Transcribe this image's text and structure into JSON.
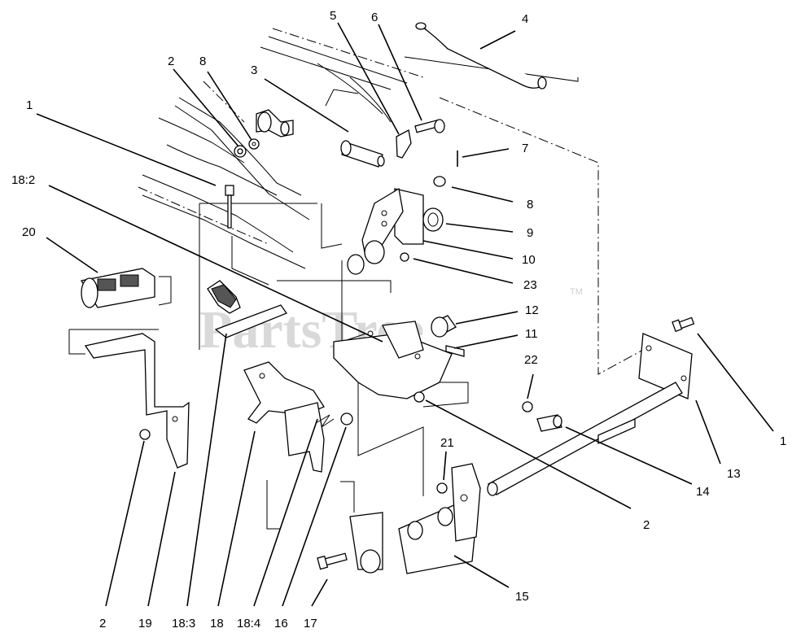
{
  "watermark": {
    "text": "PartsTree",
    "tm": "TM"
  },
  "callouts": [
    {
      "id": "c-1-left",
      "label": "1"
    },
    {
      "id": "c-2-top",
      "label": "2"
    },
    {
      "id": "c-8-top",
      "label": "8"
    },
    {
      "id": "c-3",
      "label": "3"
    },
    {
      "id": "c-5",
      "label": "5"
    },
    {
      "id": "c-6",
      "label": "6"
    },
    {
      "id": "c-4",
      "label": "4"
    },
    {
      "id": "c-7",
      "label": "7"
    },
    {
      "id": "c-8-right",
      "label": "8"
    },
    {
      "id": "c-9",
      "label": "9"
    },
    {
      "id": "c-10",
      "label": "10"
    },
    {
      "id": "c-23",
      "label": "23"
    },
    {
      "id": "c-12",
      "label": "12"
    },
    {
      "id": "c-11",
      "label": "11"
    },
    {
      "id": "c-22",
      "label": "22"
    },
    {
      "id": "c-18-2",
      "label": "18:2"
    },
    {
      "id": "c-20",
      "label": "20"
    },
    {
      "id": "c-1-right",
      "label": "1"
    },
    {
      "id": "c-13",
      "label": "13"
    },
    {
      "id": "c-14",
      "label": "14"
    },
    {
      "id": "c-2-mid",
      "label": "2"
    },
    {
      "id": "c-21",
      "label": "21"
    },
    {
      "id": "c-15",
      "label": "15"
    },
    {
      "id": "c-2-bottom",
      "label": "2"
    },
    {
      "id": "c-19",
      "label": "19"
    },
    {
      "id": "c-18-3",
      "label": "18:3"
    },
    {
      "id": "c-18",
      "label": "18"
    },
    {
      "id": "c-18-4",
      "label": "18:4"
    },
    {
      "id": "c-16",
      "label": "16"
    },
    {
      "id": "c-17",
      "label": "17"
    }
  ]
}
